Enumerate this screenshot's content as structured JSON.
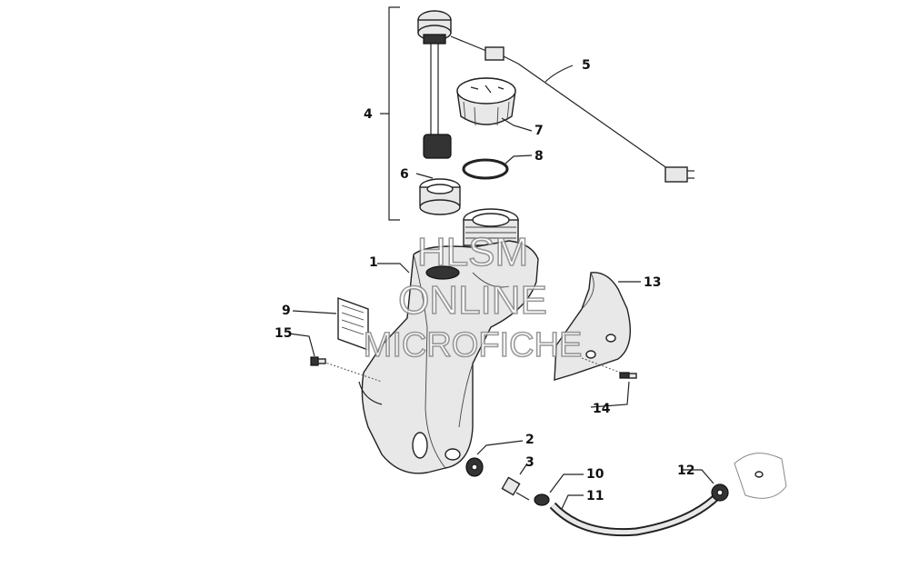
{
  "labels": {
    "l1": "1",
    "l2": "2",
    "l3": "3",
    "l4": "4",
    "l5": "5",
    "l6": "6",
    "l7": "7",
    "l8": "8",
    "l9": "9",
    "l10": "10",
    "l11": "11",
    "l12": "12",
    "l13": "13",
    "l14": "14",
    "l15": "15"
  },
  "watermark": {
    "line1": "HLSM",
    "line2": "ONLINE",
    "line3": "MICROFICHE"
  }
}
